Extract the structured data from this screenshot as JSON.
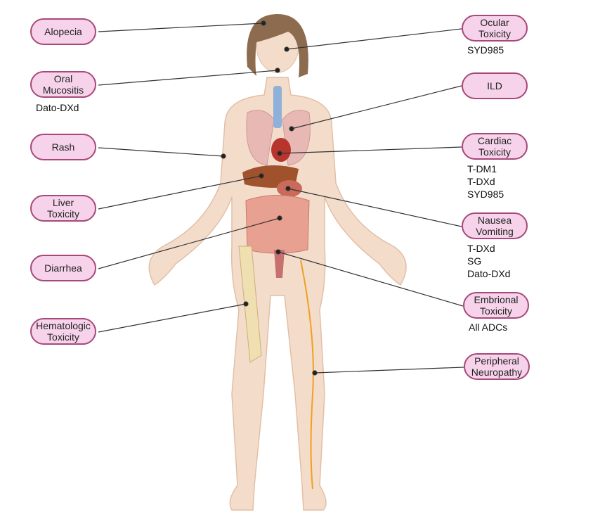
{
  "colors": {
    "pill_fill": "#f6d3ea",
    "pill_border": "#a8487a",
    "skin": "#f4dccb",
    "hair": "#8c6b4f",
    "nerve": "#f0a020",
    "bone": "#f0dfb0"
  },
  "left_labels": [
    {
      "label": "Alopecia",
      "drugs": []
    },
    {
      "label": "Oral\nMucositis",
      "drugs": [
        "Dato-DXd"
      ]
    },
    {
      "label": "Rash",
      "drugs": []
    },
    {
      "label": "Liver\nToxicity",
      "drugs": []
    },
    {
      "label": "Diarrhea",
      "drugs": []
    },
    {
      "label": "Hematologic\nToxicity",
      "drugs": []
    }
  ],
  "right_labels": [
    {
      "label": "Ocular\nToxicity",
      "drugs": [
        "SYD985"
      ]
    },
    {
      "label": "ILD",
      "drugs": []
    },
    {
      "label": "Cardiac\nToxicity",
      "drugs": [
        "T-DM1",
        "T-DXd",
        "SYD985"
      ]
    },
    {
      "label": "Nausea\nVomiting",
      "drugs": [
        "T-DXd",
        "SG",
        "Dato-DXd"
      ]
    },
    {
      "label": "Embrional\nToxicity",
      "drugs": [
        "All ADCs"
      ]
    },
    {
      "label": "Peripheral\nNeuropathy",
      "drugs": []
    }
  ]
}
